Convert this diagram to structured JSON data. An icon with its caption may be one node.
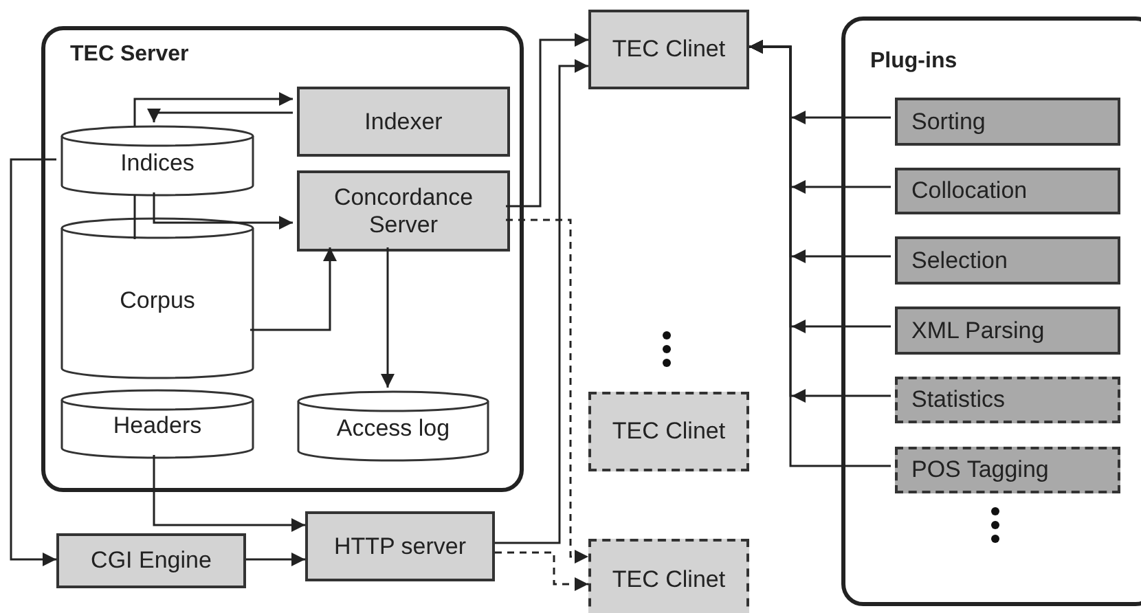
{
  "diagram": {
    "nodes": [
      {
        "text": [
          "TEC Server"
        ]
      },
      {
        "text": [
          "Indexer"
        ],
        "in": 0
      },
      {
        "text": [
          "Indices"
        ],
        "in": 0
      },
      {
        "text": [
          "Concordance Server"
        ],
        "in": 0
      },
      {
        "text": [
          "Corpus"
        ],
        "in": 0
      },
      {
        "text": [
          "Headers"
        ],
        "in": 0
      },
      {
        "text": [
          "Access log"
        ],
        "in": 0
      },
      {
        "text": [
          "CGI Engine"
        ]
      },
      {
        "text": [
          "HTTP server"
        ]
      },
      {
        "text": [
          "TEC Clinet"
        ]
      },
      {
        "text": [
          "TEC Clinet"
        ]
      },
      {
        "text": [
          "TEC Clinet"
        ]
      },
      {
        "text": [
          "Plug-ins"
        ]
      },
      {
        "text": [
          "Sorting"
        ],
        "in": 12
      },
      {
        "text": [
          "Collocation"
        ],
        "in": 12
      },
      {
        "text": [
          "Selection"
        ],
        "in": 12
      },
      {
        "text": [
          "XML Parsing"
        ],
        "in": 12
      },
      {
        "text": [
          "Statistics"
        ],
        "in": 12
      },
      {
        "text": [
          "POS Tagging"
        ],
        "in": 12
      }
    ],
    "edges": [
      {
        "from": 2,
        "to": 1,
        "arrow": "to"
      },
      {
        "from": 1,
        "to": 2,
        "arrow": "to"
      },
      {
        "from": 2,
        "to": 3,
        "arrow": "to"
      },
      {
        "from": 2,
        "to": 4,
        "arrow": "none"
      },
      {
        "from": 4,
        "to": 3,
        "arrow": "to"
      },
      {
        "from": 3,
        "to": 6,
        "arrow": "to"
      },
      {
        "from": 2,
        "to": 7,
        "arrow": "to"
      },
      {
        "from": 5,
        "to": 8,
        "arrow": "to"
      },
      {
        "from": 7,
        "to": 8,
        "arrow": "to"
      },
      {
        "from": 3,
        "to": 9,
        "arrow": "to"
      },
      {
        "from": 8,
        "to": 9,
        "arrow": "to"
      },
      {
        "from": 3,
        "to": 11,
        "arrow": "to",
        "style": "dashed"
      },
      {
        "from": 8,
        "to": 11,
        "arrow": "to",
        "style": "dashed"
      },
      {
        "from": 13,
        "to": 9,
        "arrow": "to"
      },
      {
        "from": 14,
        "to": 9,
        "arrow": "to"
      },
      {
        "from": 15,
        "to": 9,
        "arrow": "to"
      },
      {
        "from": 16,
        "to": 9,
        "arrow": "to"
      },
      {
        "from": 17,
        "to": 9,
        "arrow": "to"
      },
      {
        "from": 18,
        "to": 9,
        "arrow": "to"
      }
    ]
  }
}
